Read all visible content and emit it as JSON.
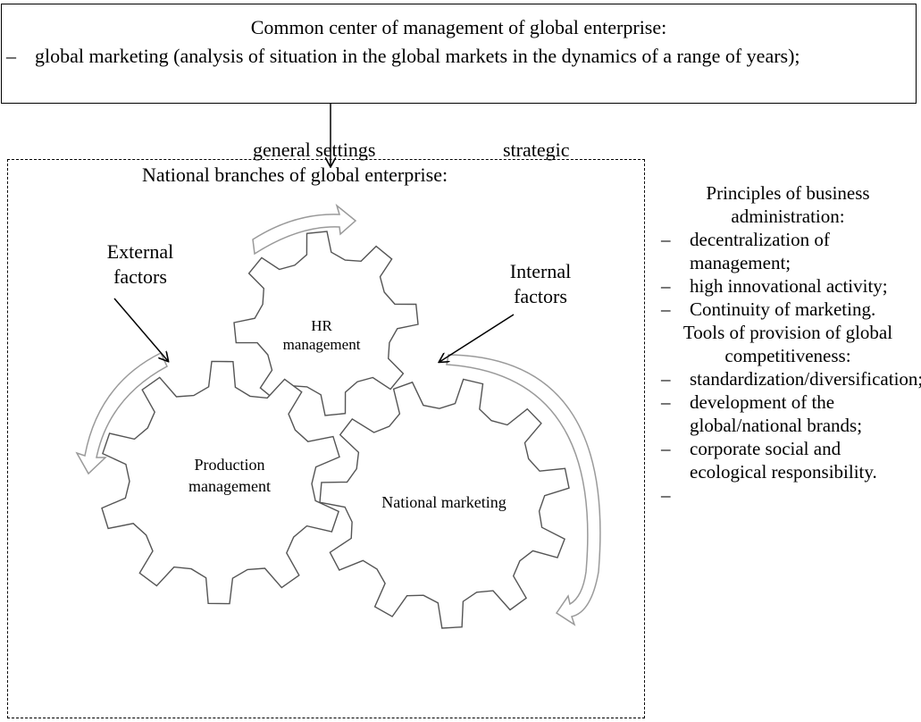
{
  "top_box": {
    "title": "Common center of management of global enterprise:",
    "item_dash": "–",
    "item": "global marketing (analysis of situation in the global markets in the dynamics of a range of years);"
  },
  "connector": {
    "left_label": "general settings",
    "right_label": "strategic"
  },
  "branches_box": {
    "title": "National branches of global enterprise:",
    "external_factors": "External factors",
    "internal_factors": "Internal factors",
    "gear_hr": [
      "HR",
      "management"
    ],
    "gear_production": [
      "Production",
      "management"
    ],
    "gear_marketing": "National marketing"
  },
  "right_panel": {
    "principles_heading": "Principles of business administration:",
    "principles": [
      "decentralization of management;",
      "high innovational activity;",
      "Continuity of marketing."
    ],
    "tools_heading": "Tools of provision of global competitiveness:",
    "tools": [
      "standardization/diversification;",
      "development of the global/national brands;",
      "corporate social and ecological responsibility.",
      ""
    ],
    "dash": "–"
  }
}
